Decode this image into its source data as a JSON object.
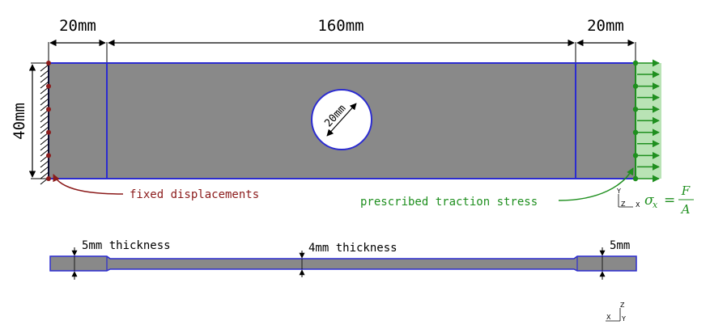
{
  "dimensions": {
    "left_length": "20mm",
    "middle_length": "160mm",
    "right_length": "20mm",
    "height": "40mm",
    "hole_diameter": "20mm"
  },
  "annotations": {
    "fixed_label": "fixed displacements",
    "traction_label": "prescribed traction stress"
  },
  "formula": {
    "sigma": "σ",
    "subscript": "x",
    "equals": "=",
    "numerator": "F",
    "denominator": "A"
  },
  "side_view": {
    "left_thickness": "5mm thickness",
    "middle_thickness": "4mm thickness",
    "right_thickness": "5mm"
  },
  "axes_top": {
    "vertical": "Y",
    "origin": "Z",
    "horizontal": "X"
  },
  "axes_bottom": {
    "vertical": "Z",
    "horizontal": "X",
    "origin": "Y"
  },
  "colors": {
    "specimen_fill": "#898989",
    "outline": "#2b2bd0",
    "fixed": "#8b1a1a",
    "traction": "#1f8f1f",
    "traction_fill": "#b9e3b5"
  }
}
